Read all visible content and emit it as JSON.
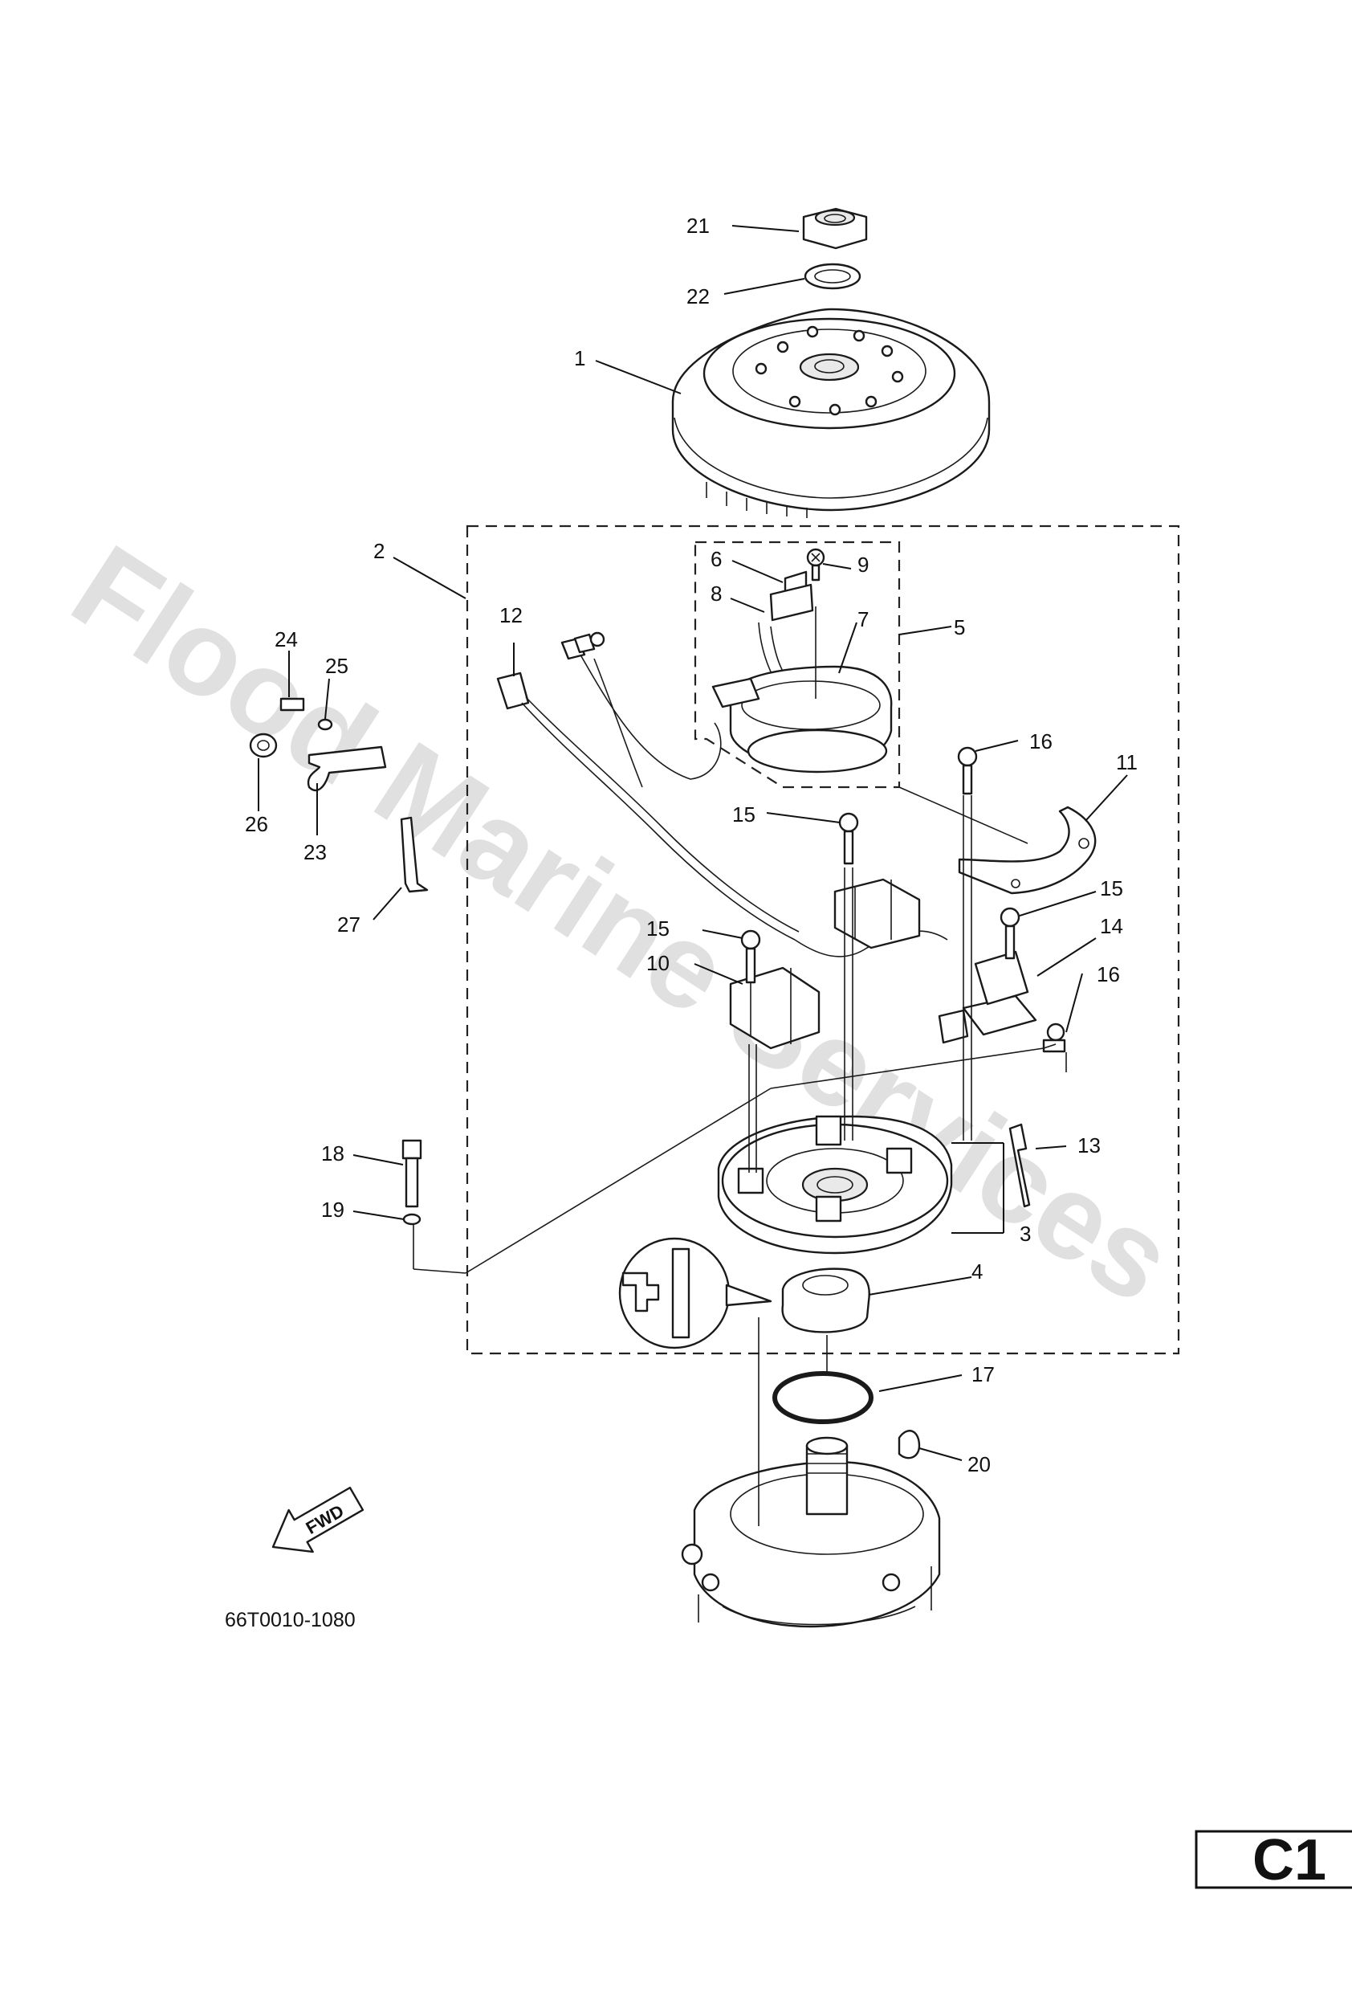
{
  "diagram": {
    "watermark": "Flood Marine Services",
    "drawing_number": "66T0010-1080",
    "page_code": "C1",
    "fwd_label": "FWD",
    "callouts": [
      {
        "id": "part-1",
        "label": "1"
      },
      {
        "id": "part-2",
        "label": "2"
      },
      {
        "id": "part-3",
        "label": "3"
      },
      {
        "id": "part-4",
        "label": "4"
      },
      {
        "id": "part-5",
        "label": "5"
      },
      {
        "id": "part-6",
        "label": "6"
      },
      {
        "id": "part-7",
        "label": "7"
      },
      {
        "id": "part-8",
        "label": "8"
      },
      {
        "id": "part-9",
        "label": "9"
      },
      {
        "id": "part-10",
        "label": "10"
      },
      {
        "id": "part-11",
        "label": "11"
      },
      {
        "id": "part-12",
        "label": "12"
      },
      {
        "id": "part-13",
        "label": "13"
      },
      {
        "id": "part-14",
        "label": "14"
      },
      {
        "id": "part-15a",
        "label": "15"
      },
      {
        "id": "part-15b",
        "label": "15"
      },
      {
        "id": "part-15c",
        "label": "15"
      },
      {
        "id": "part-16a",
        "label": "16"
      },
      {
        "id": "part-16b",
        "label": "16"
      },
      {
        "id": "part-17",
        "label": "17"
      },
      {
        "id": "part-18",
        "label": "18"
      },
      {
        "id": "part-19",
        "label": "19"
      },
      {
        "id": "part-20",
        "label": "20"
      },
      {
        "id": "part-21",
        "label": "21"
      },
      {
        "id": "part-22",
        "label": "22"
      },
      {
        "id": "part-23",
        "label": "23"
      },
      {
        "id": "part-24",
        "label": "24"
      },
      {
        "id": "part-25",
        "label": "25"
      },
      {
        "id": "part-26",
        "label": "26"
      },
      {
        "id": "part-27",
        "label": "27"
      }
    ]
  }
}
